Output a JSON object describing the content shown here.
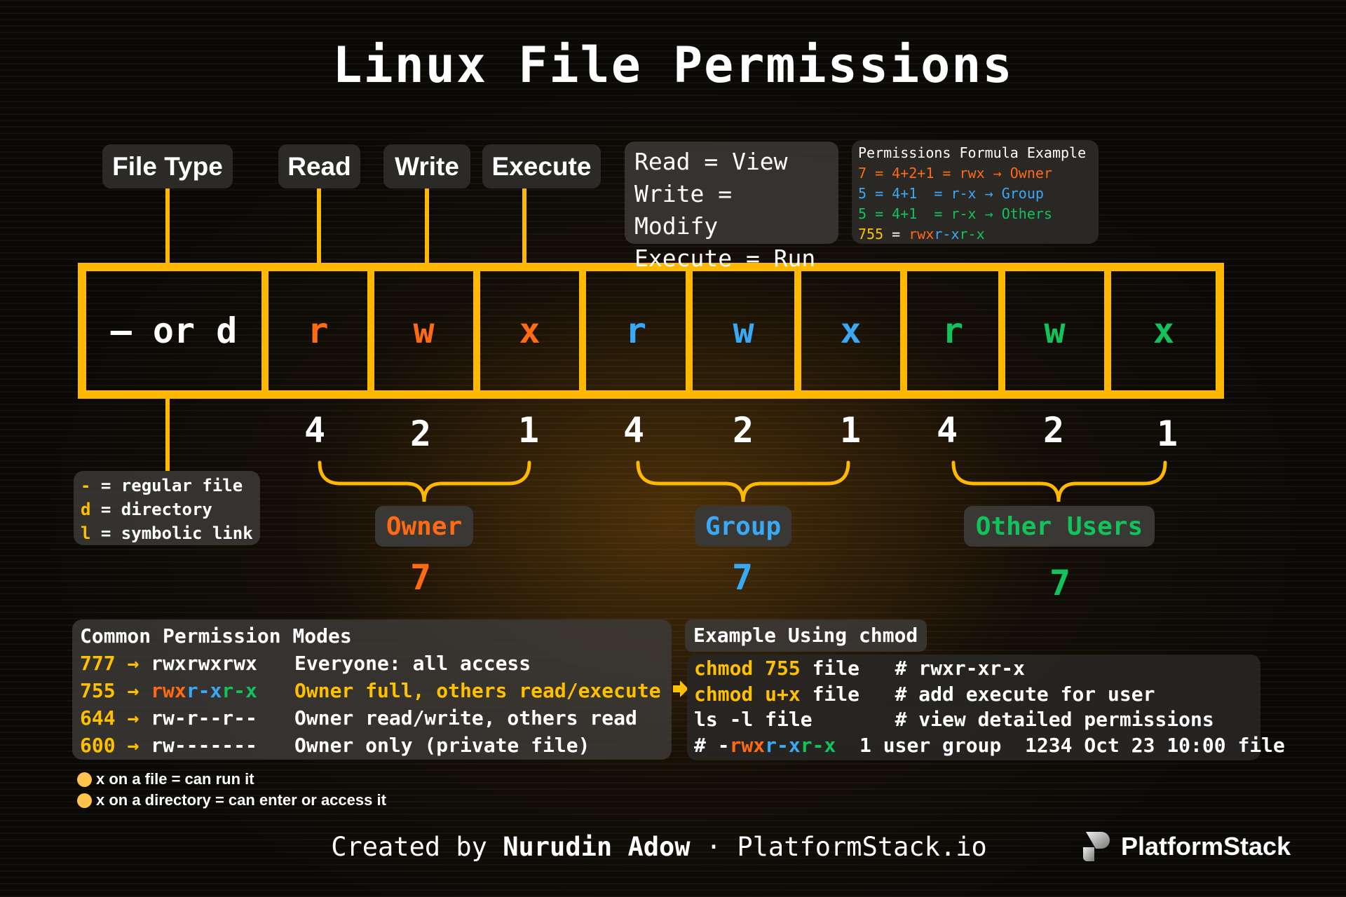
{
  "title": "Linux File Permissions",
  "labels": {
    "file_type": "File Type",
    "read": "Read",
    "write": "Write",
    "execute": "Execute"
  },
  "meaning": [
    "Read = View",
    "Write = Modify",
    "Execute = Run"
  ],
  "formula": {
    "title": "Permissions Formula Example",
    "owner": "7 = 4+2+1 = rwx → Owner",
    "group": "5 = 4+1  = r-x → Group",
    "others": "5 = 4+1  = r-x → Others",
    "total_num": "755",
    "total_eq": " = ",
    "total_o": "rwx",
    "total_g": "r-x",
    "total_t": "r-x"
  },
  "bar": {
    "type": "– or d",
    "cells": [
      "r",
      "w",
      "x",
      "r",
      "w",
      "x",
      "r",
      "w",
      "x"
    ]
  },
  "weights": [
    "4",
    "2",
    "1",
    "4",
    "2",
    "1",
    "4",
    "2",
    "1"
  ],
  "groups": {
    "owner": "Owner",
    "group": "Group",
    "others": "Other Users",
    "owner_val": "7",
    "group_val": "7",
    "others_val": "7"
  },
  "legend": [
    {
      "k": "-",
      "v": " = regular file"
    },
    {
      "k": "d",
      "v": " = directory"
    },
    {
      "k": "l",
      "v": " = symbolic link"
    }
  ],
  "modes": {
    "title": "Common Permission Modes",
    "rows": [
      {
        "num": "777",
        "perm": "rwxrwxrwx",
        "desc": "Everyone: all access"
      },
      {
        "num": "755",
        "perm_o": "rwx",
        "perm_g": "r-x",
        "perm_t": "r-x",
        "desc": "Owner full, others read/execute"
      },
      {
        "num": "644",
        "perm": "rw-r--r--",
        "desc": "Owner read/write, others read"
      },
      {
        "num": "600",
        "perm": "rw-------",
        "desc": "Owner only (private file)"
      }
    ],
    "arrow": "→"
  },
  "chmod": {
    "title": "Example Using chmod",
    "l1_cmd": "chmod 755",
    "l1_rest": " file   # rwxr-xr-x",
    "l2_cmd": "chmod u+x",
    "l2_rest": " file   # add execute for user",
    "l3": "ls -l file       # view detailed permissions",
    "l4_a": "# -",
    "l4_o": "rwx",
    "l4_g": "r-x",
    "l4_t": "r-x",
    "l4_b": "  1 user group  1234 Oct 23 10:00 file"
  },
  "notes": [
    "x on a file = can run it",
    "x on a directory = can enter or access it"
  ],
  "footer": {
    "pre": "Created by ",
    "author": "Nurudin Adow",
    "post": " · PlatformStack.io"
  },
  "logo": "PlatformStack",
  "colors": {
    "owner": "#ff6a13",
    "group": "#3aa9f5",
    "others": "#12c25a",
    "accent": "#ffc000"
  }
}
